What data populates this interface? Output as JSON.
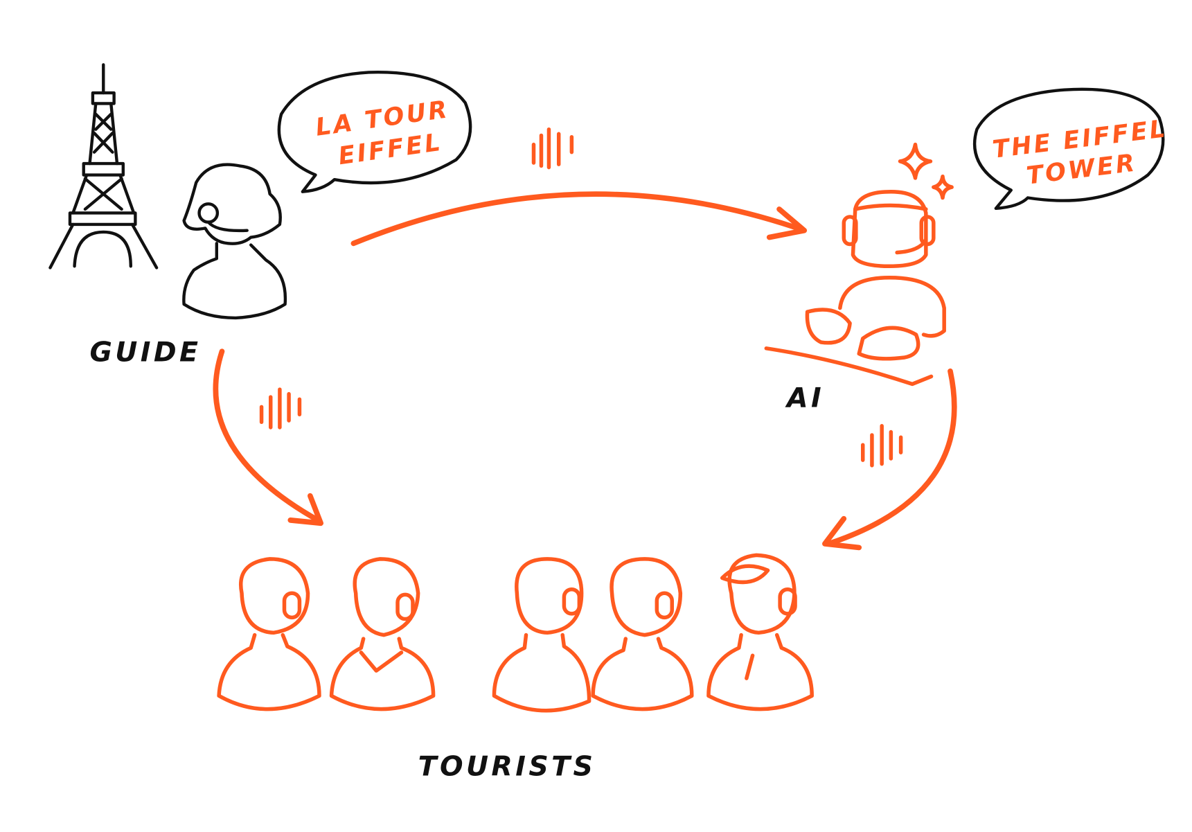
{
  "colors": {
    "accent": "#ff5a1f",
    "ink": "#111111"
  },
  "labels": {
    "guide": "GUIDE",
    "ai": "AI",
    "tourists": "TOURISTS"
  },
  "bubbles": {
    "guide_line1": "LA TOUR",
    "guide_line2": "EIFFEL",
    "ai_line1": "THE EIFFEL",
    "ai_line2": "TOWER"
  },
  "icons": [
    "eiffel-tower-icon",
    "guide-person-icon",
    "ai-robot-icon",
    "sound-wave-icon",
    "tourist-icon",
    "sparkle-icon",
    "arrow-icon"
  ]
}
